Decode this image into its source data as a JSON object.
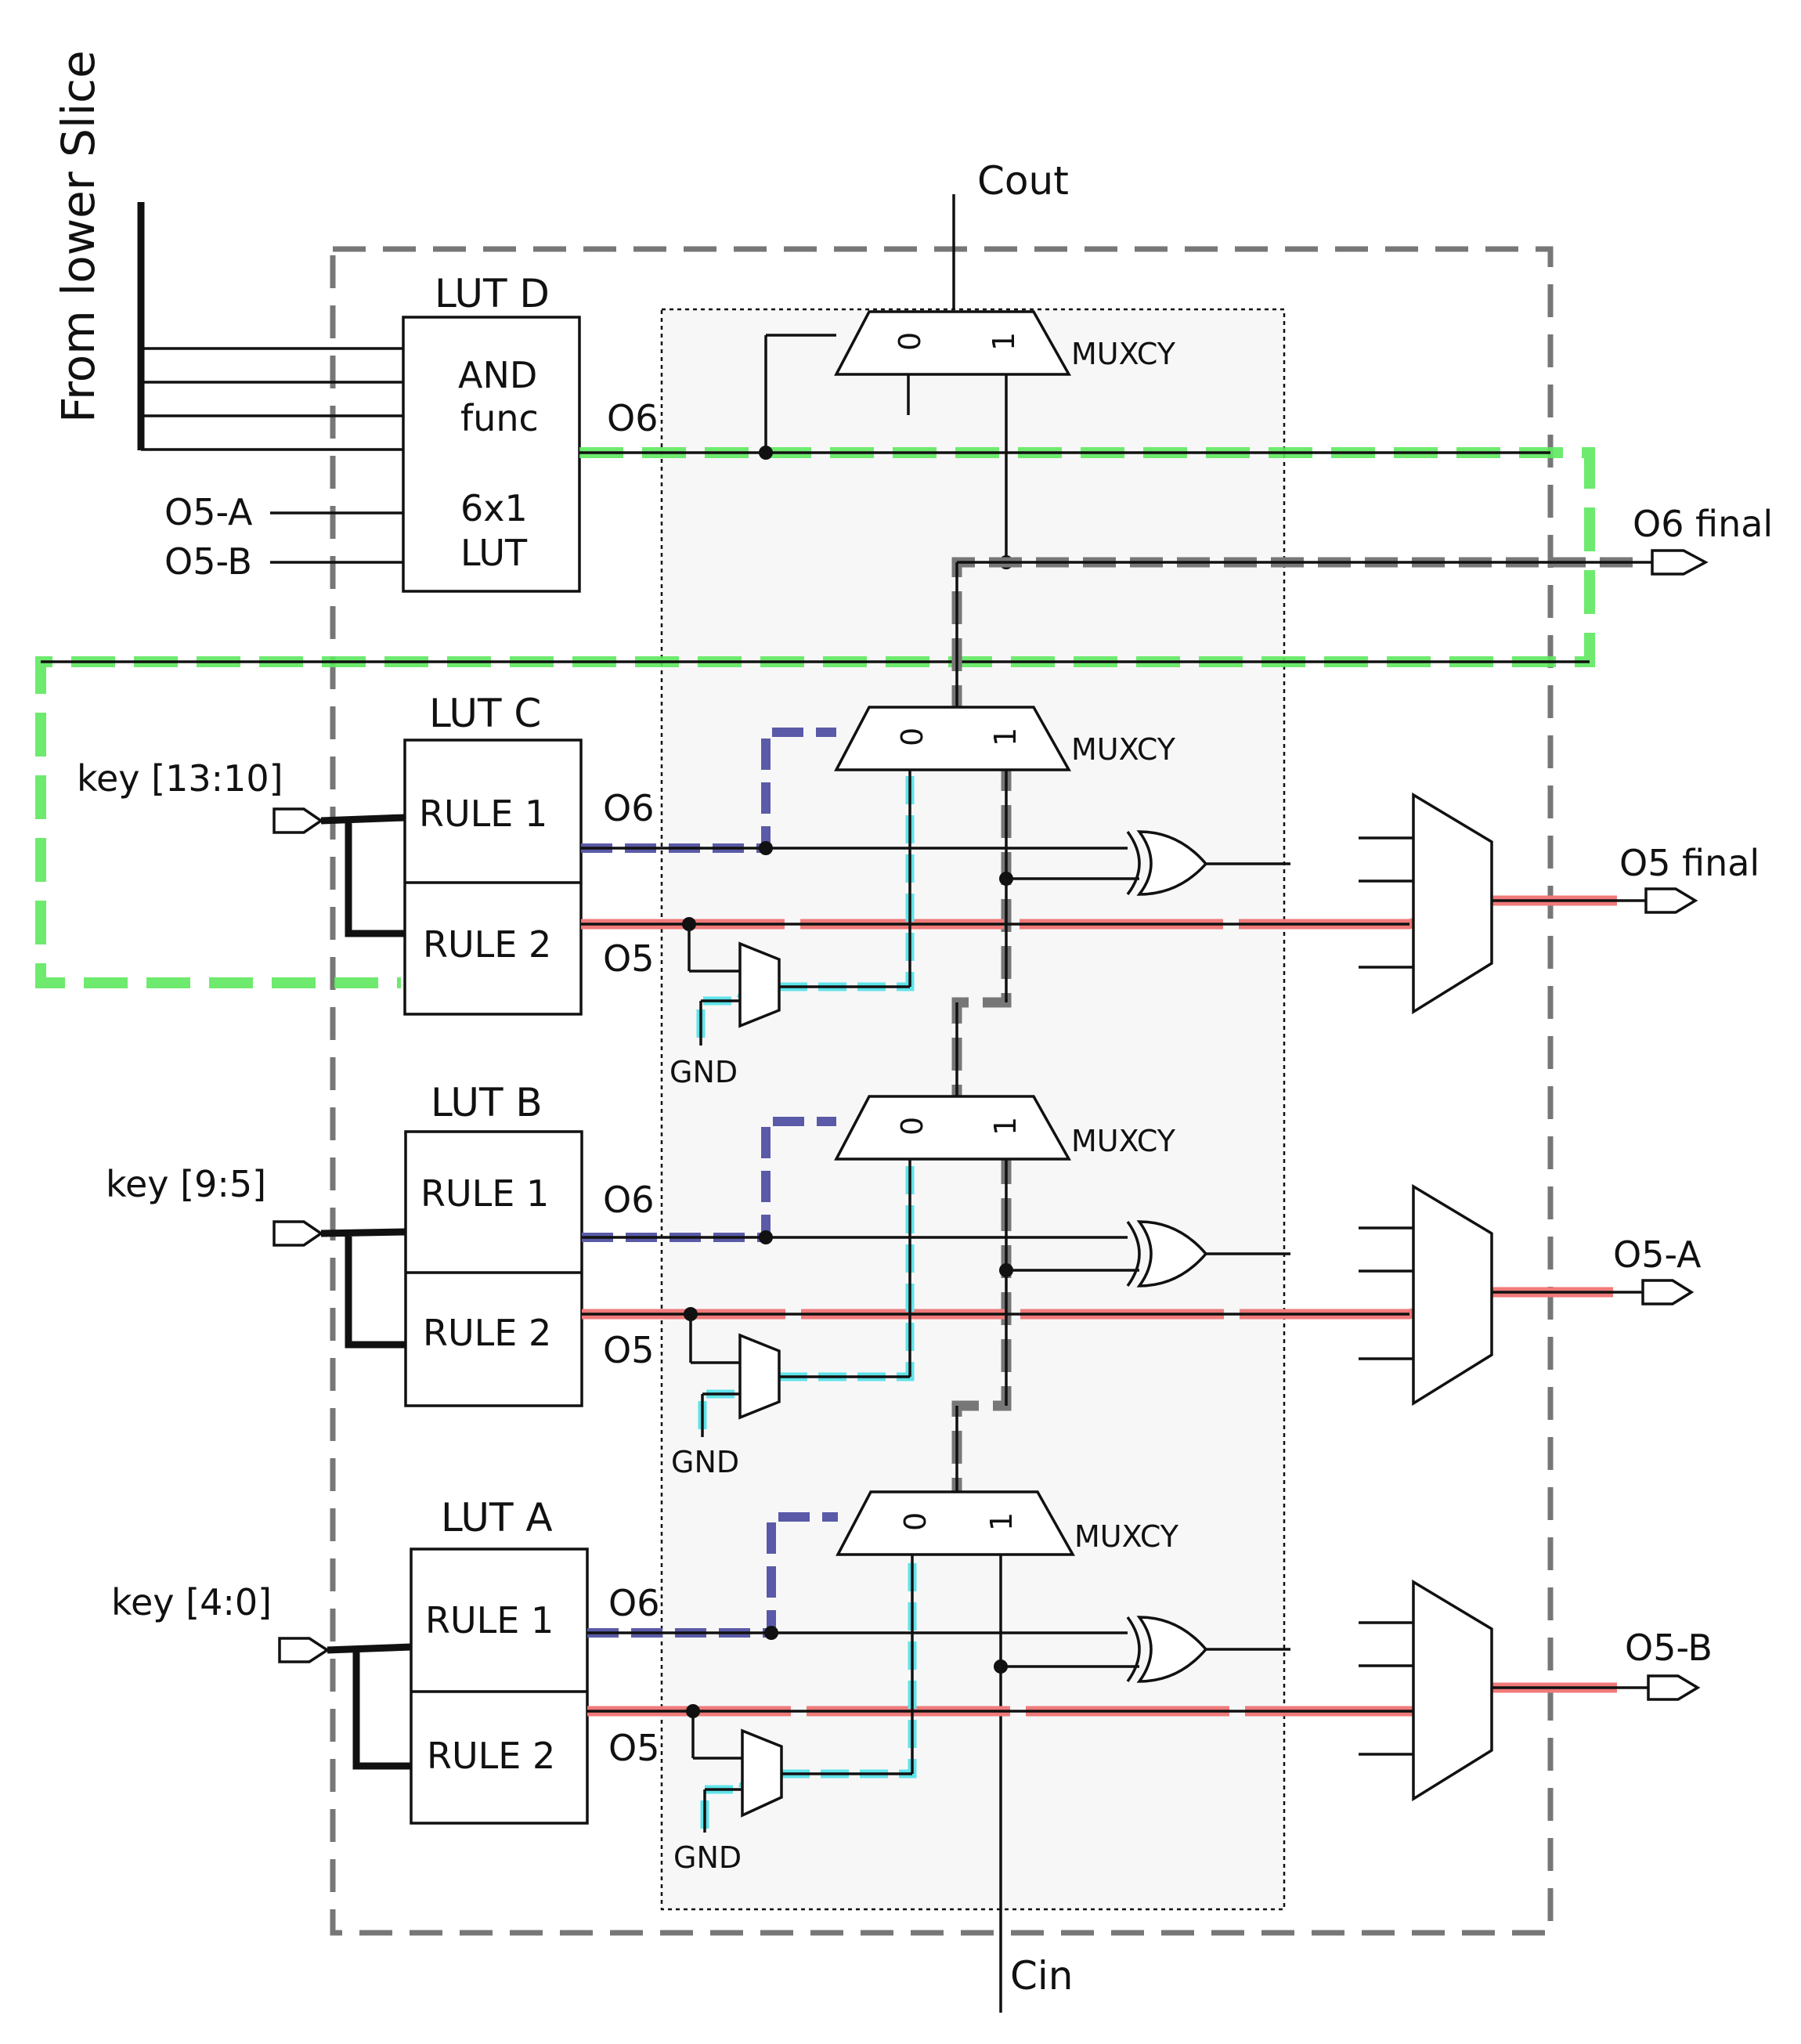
{
  "diagram": {
    "side_label": "From lower Slice",
    "cout": "Cout",
    "cin": "Cin",
    "mux_label": "MUXCY",
    "mux_in0": "0",
    "mux_in1": "1",
    "lut_d": {
      "title": "LUT D",
      "line1": "AND",
      "line2": "func",
      "line3": "6x1",
      "line4": "LUT",
      "o6": "O6",
      "in_a": "O5-A",
      "in_b": "O5-B"
    },
    "lut_c": {
      "title": "LUT C",
      "key": "key [13:10]",
      "rule1": "RULE 1",
      "rule2": "RULE 2",
      "o6": "O6",
      "o5": "O5",
      "gnd": "GND",
      "out": "O5 final"
    },
    "lut_b": {
      "title": "LUT B",
      "key": "key [9:5]",
      "rule1": "RULE 1",
      "rule2": "RULE 2",
      "o6": "O6",
      "o5": "O5",
      "gnd": "GND",
      "out": "O5-A"
    },
    "lut_a": {
      "title": "LUT A",
      "key": "key [4:0]",
      "rule1": "RULE 1",
      "rule2": "RULE 2",
      "o6": "O6",
      "o5": "O5",
      "gnd": "GND",
      "out": "O5-B"
    },
    "o6_final": "O6 final",
    "colors": {
      "green_path": "#5ee85e",
      "gray_path": "#777777",
      "red_path": "#f07a7a",
      "blue_path": "#5a5aa8",
      "cyan_path": "#5fe3ea",
      "carry_box": "#f7f7f7"
    }
  }
}
